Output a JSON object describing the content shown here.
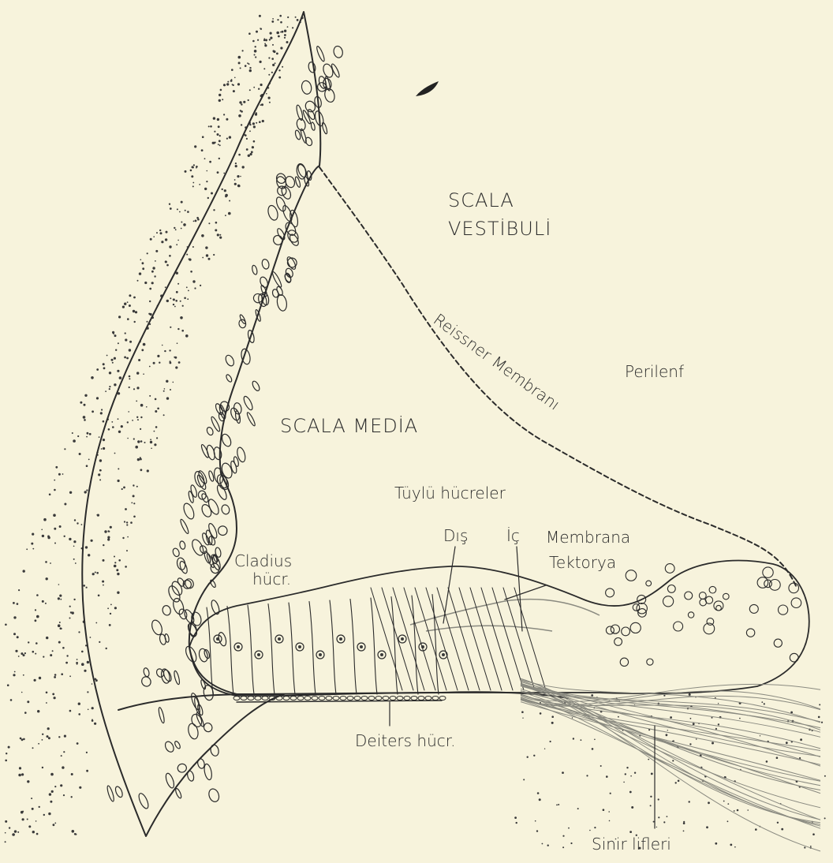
{
  "labels": {
    "scala_vestibuli_1": "SCALA",
    "scala_vestibuli_2": "VESTİBULİ",
    "scala_media": "SCALA MEDİA",
    "reissner": "Reissner Membranı",
    "perilenf": "Perilenf",
    "tuylu": "Tüylü hücreler",
    "dis": "Dış",
    "ic": "İç",
    "membrana": "Membrana",
    "tektorya": "Tektorya",
    "cladius": "Cladius",
    "hucr": "hücr.",
    "deiters": "Deiters hücr.",
    "sinir": "Sinir lifleri"
  },
  "colors": {
    "paper": "#f7f3dc",
    "ink": "#2b2b2b"
  }
}
